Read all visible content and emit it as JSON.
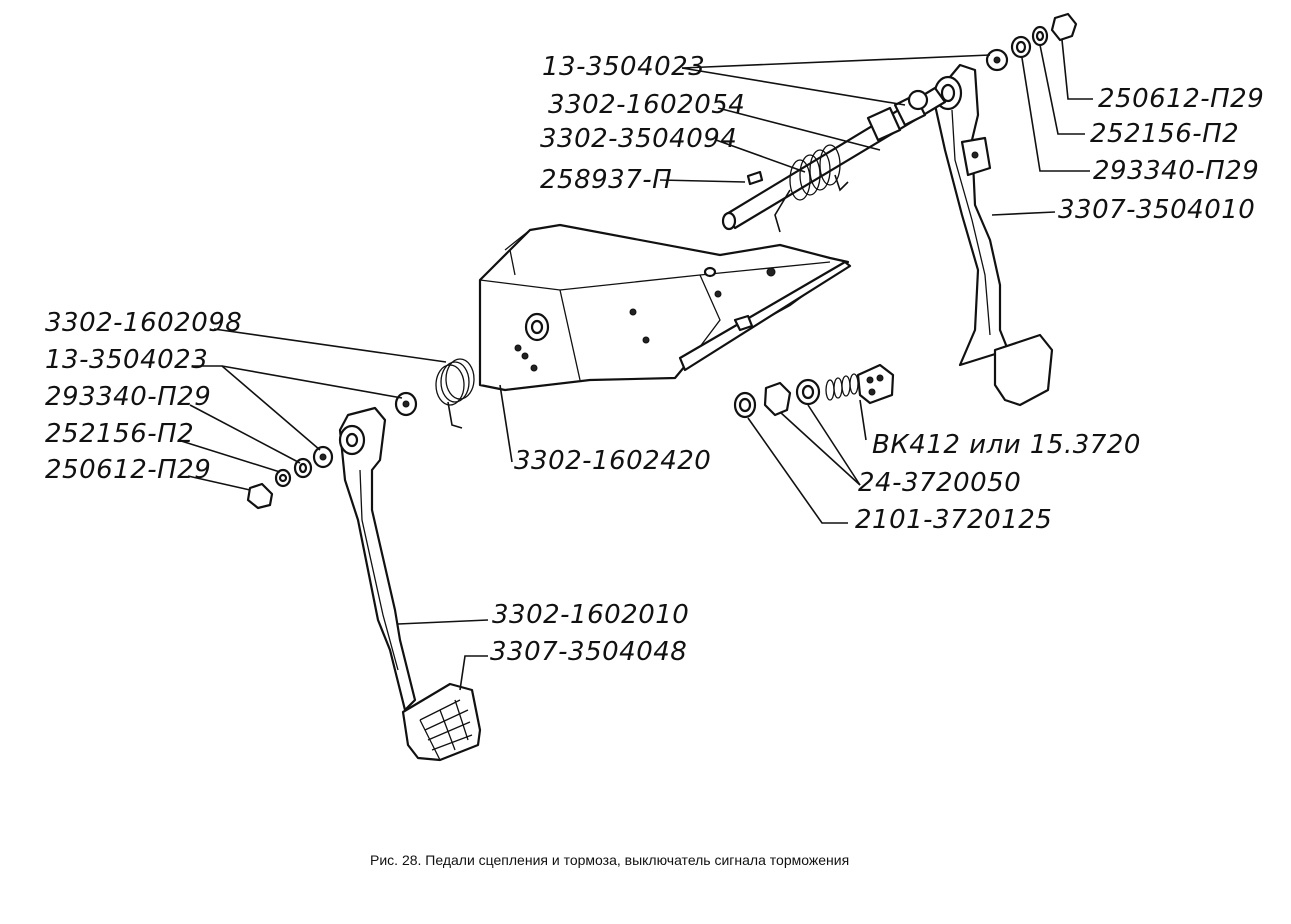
{
  "caption": "Рис. 28. Педали сцепления и тормоза, выключатель сигнала торможения",
  "labels": {
    "l01": "13-3504023",
    "l02": "3302-1602054",
    "l03": "3302-3504094",
    "l04": "258937-П",
    "l05": "250612-П29",
    "l06": "252156-П2",
    "l07": "293340-П29",
    "l08": "3307-3504010",
    "l09": "3302-1602098",
    "l10": "13-3504023",
    "l11": "293340-П29",
    "l12": "252156-П2",
    "l13": "250612-П29",
    "l14": "3302-1602420",
    "l15": "ВК412 или 15.3720",
    "l16": "24-3720050",
    "l17": "2101-3720125",
    "l18": "3302-1602010",
    "l19": "3307-3504048"
  }
}
